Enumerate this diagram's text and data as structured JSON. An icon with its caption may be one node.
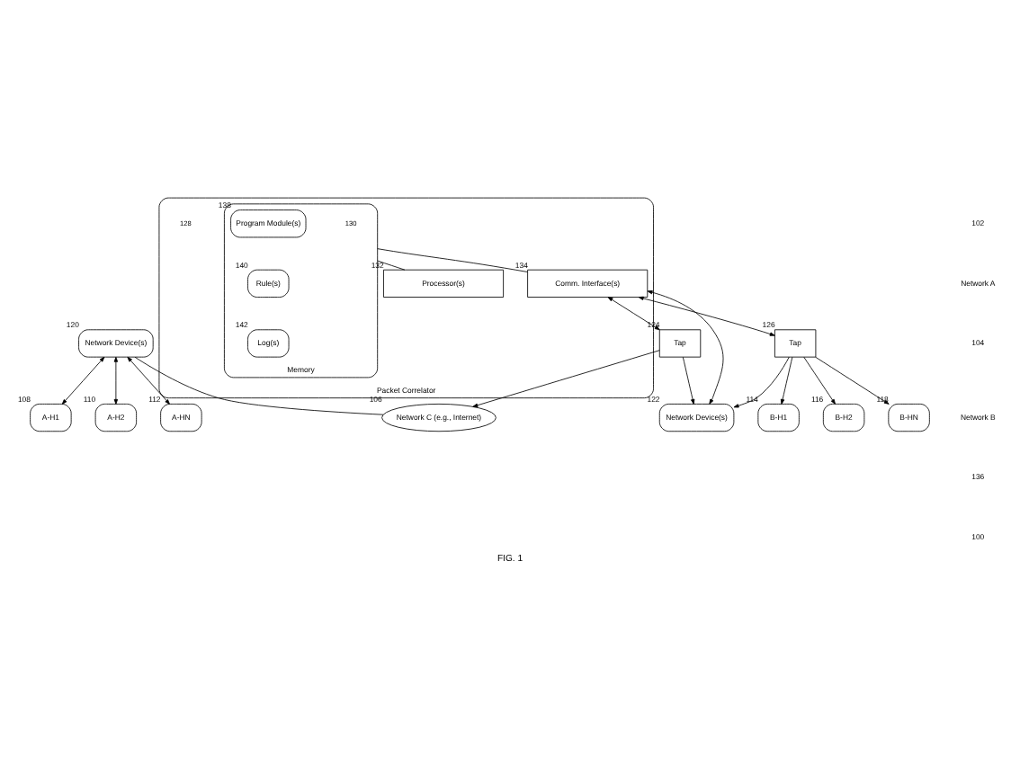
{
  "diagram": {
    "caption": "FIG. 1",
    "nodes": [
      {
        "text": [
          "A-H1"
        ],
        "beside": [
          "108"
        ]
      },
      {
        "text": [
          "A-H2"
        ],
        "beside": [
          "110"
        ]
      },
      {
        "text": [
          "A-HN"
        ],
        "beside": [
          "112"
        ]
      },
      {
        "text": [
          "Network Device(s)"
        ],
        "beside": [
          "120"
        ]
      },
      {
        "text": [
          "Network C (e.g., Internet)"
        ],
        "beside": [
          "106"
        ]
      },
      {
        "text": [
          "Packet Correlator"
        ],
        "beside": [
          "128"
        ]
      },
      {
        "text": [
          "Memory"
        ],
        "in": 5,
        "beside": [
          "130"
        ]
      },
      {
        "text": [
          "Program Module(s)"
        ],
        "in": 6,
        "beside": [
          "138"
        ]
      },
      {
        "text": [
          "Rule(s)"
        ],
        "in": 6,
        "beside": [
          "140"
        ]
      },
      {
        "text": [
          "Log(s)"
        ],
        "in": 6,
        "beside": [
          "142"
        ]
      },
      {
        "text": [
          "Processor(s)"
        ],
        "in": 5,
        "beside": [
          "132"
        ]
      },
      {
        "text": [
          "Comm. Interface(s)"
        ],
        "in": 5,
        "beside": [
          "134"
        ]
      },
      {
        "text": [
          "Tap"
        ],
        "beside": [
          "124"
        ]
      },
      {
        "text": [
          "Network Device(s)"
        ],
        "beside": [
          "122"
        ]
      },
      {
        "text": [
          "Tap"
        ],
        "beside": [
          "126"
        ]
      },
      {
        "text": [
          "B-H1"
        ],
        "beside": [
          "114"
        ]
      },
      {
        "text": [
          "B-H2"
        ],
        "beside": [
          "116"
        ]
      },
      {
        "text": [
          "B-HN"
        ],
        "beside": [
          "118"
        ]
      }
    ],
    "edges": [
      {
        "from": 3,
        "to": 0,
        "arrow": "both"
      },
      {
        "from": 3,
        "to": 1,
        "arrow": "both"
      },
      {
        "from": 3,
        "to": 2,
        "arrow": "both"
      },
      {
        "from": 3,
        "to": 4,
        "arrow": "none"
      },
      {
        "from": 12,
        "to": 4,
        "arrow": "to"
      },
      {
        "from": 12,
        "to": 13,
        "arrow": "to"
      },
      {
        "from": 11,
        "to": 12,
        "arrow": "both"
      },
      {
        "from": 11,
        "to": 13,
        "arrow": "both"
      },
      {
        "from": 11,
        "to": 14,
        "arrow": "both"
      },
      {
        "from": 14,
        "to": 13,
        "arrow": "to"
      },
      {
        "from": 14,
        "to": 15,
        "arrow": "to"
      },
      {
        "from": 14,
        "to": 16,
        "arrow": "to"
      },
      {
        "from": 14,
        "to": 17,
        "arrow": "to"
      },
      {
        "from": 6,
        "to": 10,
        "arrow": "none"
      },
      {
        "from": 6,
        "to": 11,
        "arrow": "none"
      }
    ],
    "labels": [
      "102",
      "Network A",
      "104",
      "Network B",
      "136",
      "100"
    ]
  }
}
